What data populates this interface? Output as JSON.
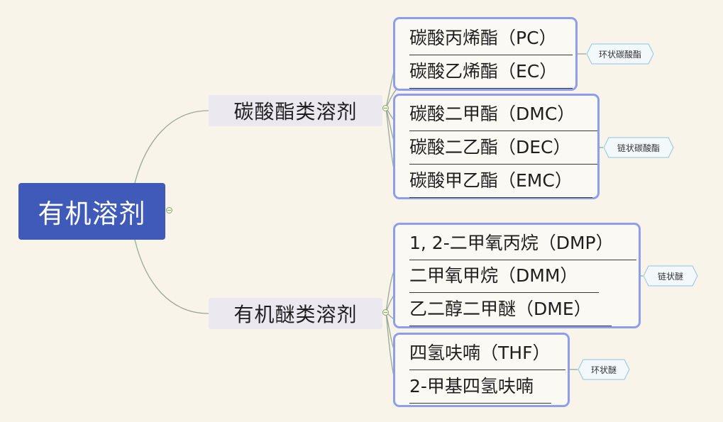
{
  "root": {
    "label": "有机溶剂"
  },
  "categories": [
    {
      "label": "碳酸酯类溶剂",
      "groups": [
        {
          "tag": "环状碳酸酯",
          "items": [
            "碳酸丙烯酯（PC）",
            "碳酸乙烯酯（EC）"
          ]
        },
        {
          "tag": "链状碳酸酯",
          "items": [
            "碳酸二甲酯（DMC）",
            "碳酸二乙酯（DEC）",
            "碳酸甲乙酯（EMC）"
          ]
        }
      ]
    },
    {
      "label": "有机醚类溶剂",
      "groups": [
        {
          "tag": "链状醚",
          "items": [
            "1, 2-二甲氧丙烷（DMP）",
            "二甲氧甲烷（DMM）",
            "乙二醇二甲醚（DME）"
          ]
        },
        {
          "tag": "环状醚",
          "items": [
            "四氢呋喃（THF）",
            "2-甲基四氢呋喃"
          ]
        }
      ]
    }
  ],
  "colors": {
    "background": "#f8f4e9",
    "root_fill": "#3f5ab8",
    "category_fill": "#ebe8f0",
    "group_border": "#8c9eec",
    "tag_border": "#8fc4e6",
    "tag_fill": "#f3f8fb",
    "connector": "#9aa894"
  }
}
